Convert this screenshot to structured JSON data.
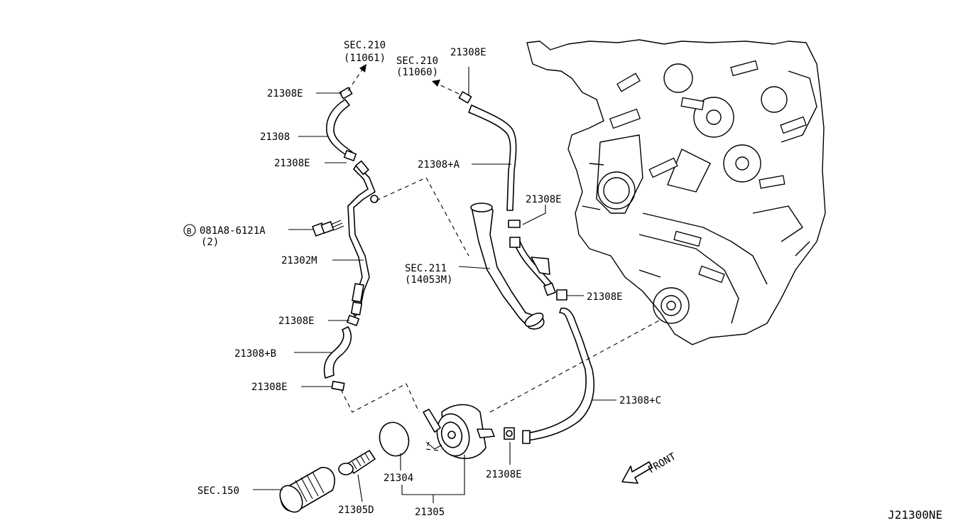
{
  "diagram_id": "J21300NE",
  "labels": {
    "sec210_a": "SEC.210",
    "sec210_a_ref": "(11061)",
    "sec210_b": "SEC.210",
    "sec210_b_ref": "(11060)",
    "clamp_top_left": "21308E",
    "hose_top_left": "21308",
    "clamp_mid_left": "21308E",
    "bolt_circle": "B",
    "bolt": "081A8-6121A",
    "bolt_qty": "(2)",
    "tube": "21302M",
    "clamp_lower_left": "21308E",
    "hose_b": "21308+B",
    "clamp_bottom_left": "21308E",
    "clamp_top_right": "21308E",
    "hose_a": "21308+A",
    "clamp_mid_right": "21308E",
    "sec211": "SEC.211",
    "sec211_ref": "(14053M)",
    "clamp_right": "21308E",
    "hose_c": "21308+C",
    "clamp_cooler": "21308E",
    "sec150": "SEC.150",
    "connector": "21305D",
    "oring": "21304",
    "oil_cooler": "21305",
    "front": "FRONT"
  }
}
